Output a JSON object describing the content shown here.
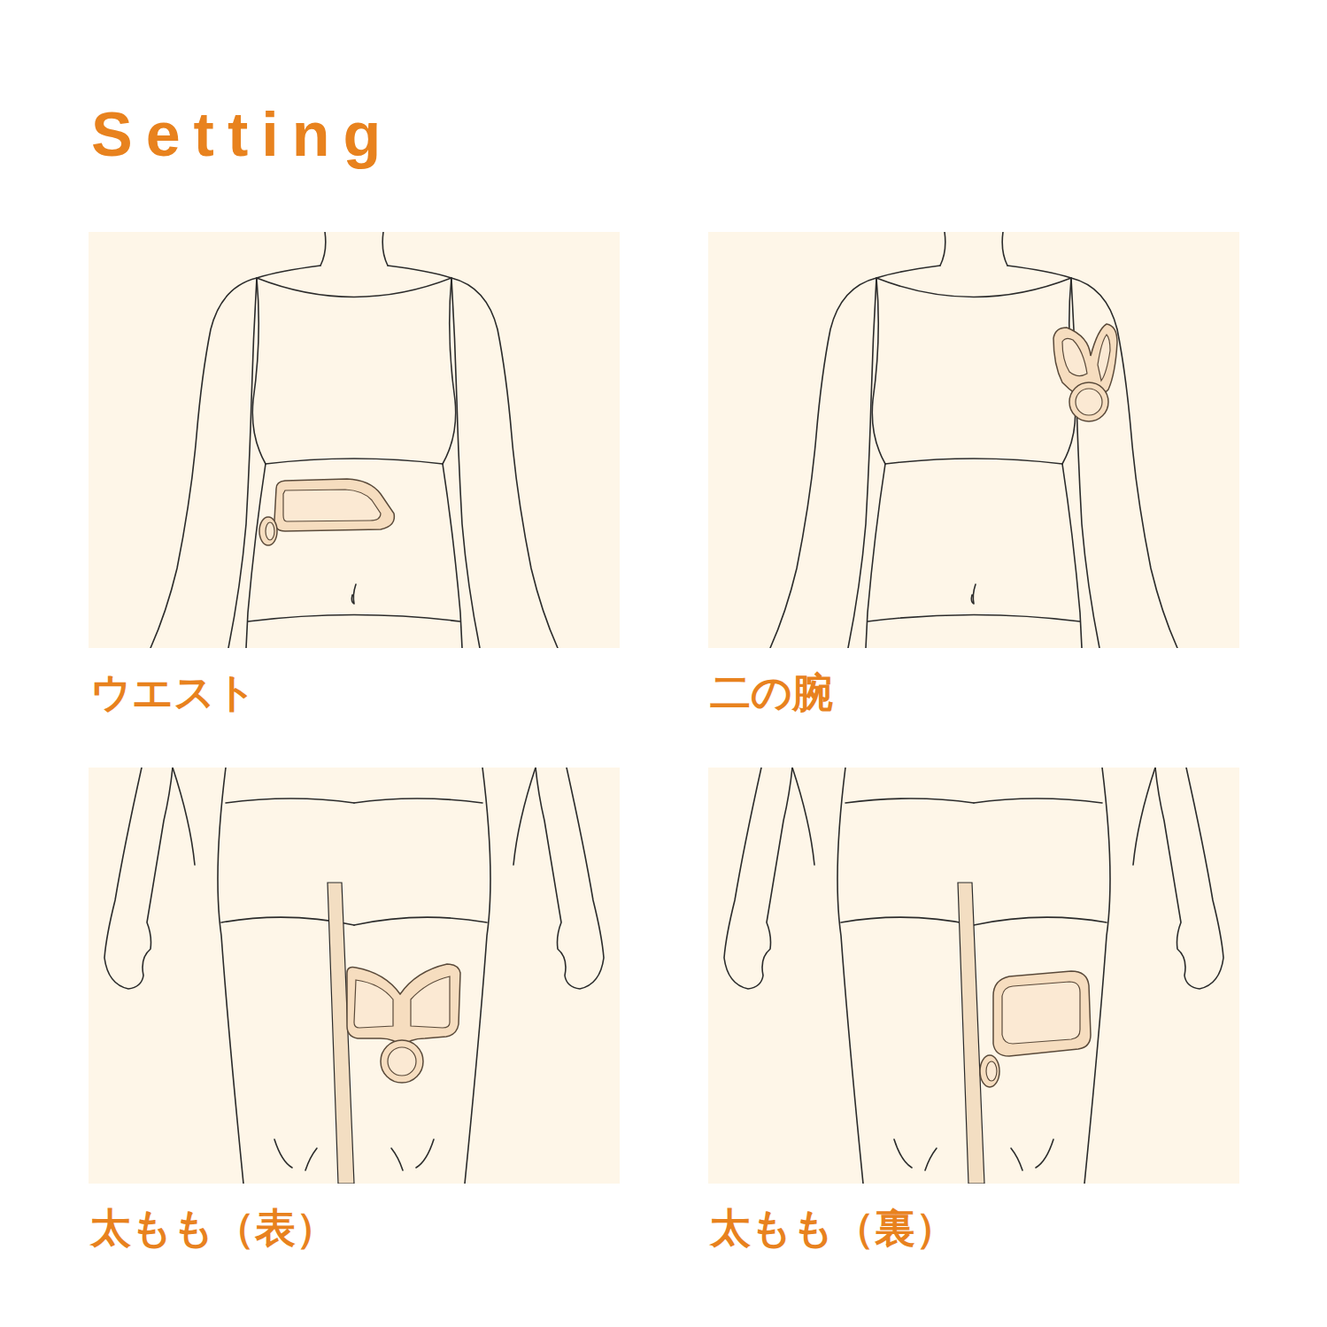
{
  "diagram": {
    "title": "Setting",
    "nodes": [
      {
        "text": [
          "ウエスト"
        ]
      },
      {
        "text": [
          "二の腕"
        ]
      },
      {
        "text": [
          "太もも（表）"
        ]
      },
      {
        "text": [
          "太もも（裏）"
        ]
      }
    ]
  }
}
